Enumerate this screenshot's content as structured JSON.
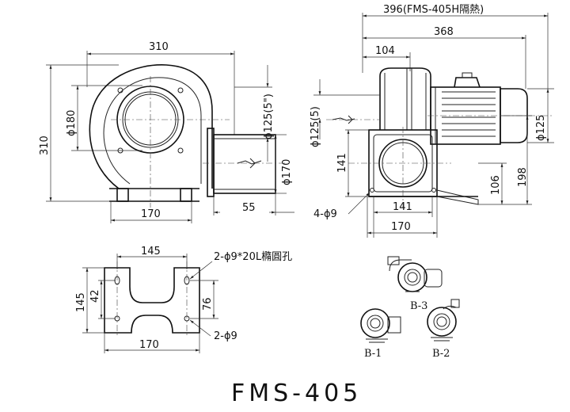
{
  "title": "FMS-405",
  "front_view": {
    "width_top": "310",
    "height_left": "310",
    "dia_180": "ϕ180",
    "base_width": "170",
    "outlet_len": "55",
    "dia_125": "ϕ125(5\")",
    "dia_170": "ϕ170"
  },
  "side_view": {
    "overall_396": "396(FMS-405H隔熱)",
    "overall_368": "368",
    "dim_104": "104",
    "dia_125_left": "ϕ125(5)",
    "dia_125_right": "ϕ125",
    "dim_141_left": "141",
    "dim_106": "106",
    "dim_198": "198",
    "dim_141_bottom": "141",
    "dim_170_bottom": "170",
    "holes": "4-ϕ9"
  },
  "base_view": {
    "top_145": "145",
    "left_145": "145",
    "dim_42": "42",
    "dim_76": "76",
    "bottom_170": "170",
    "slot_note": "2-ϕ9*20L橢圓孔",
    "hole_note": "2-ϕ9"
  },
  "variants": {
    "b1": "B-1",
    "b2": "B-2",
    "b3": "B-3"
  }
}
